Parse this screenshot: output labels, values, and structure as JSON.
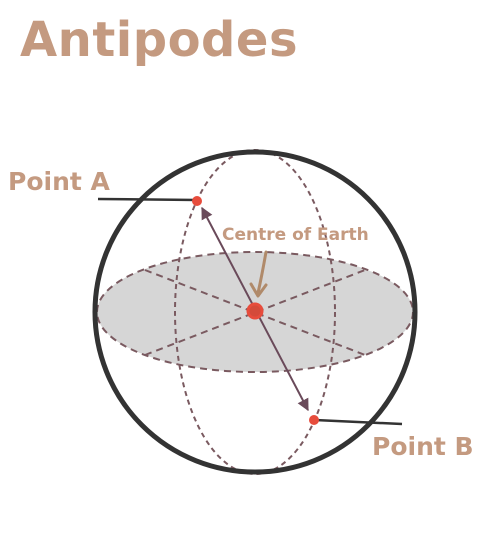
{
  "title": "Antipodes",
  "labels": {
    "point_a": "Point A",
    "point_b": "Point B",
    "centre": "Centre of Earth"
  },
  "colors": {
    "text": "#c49a80",
    "outline": "#333333",
    "point": "#e74c3c",
    "centre": "#d44a3a",
    "diameter": "#6a4a5a",
    "guides": "#7a5a60",
    "equator_fill": "#d6d6d6",
    "arrow": "#b08a6a"
  }
}
